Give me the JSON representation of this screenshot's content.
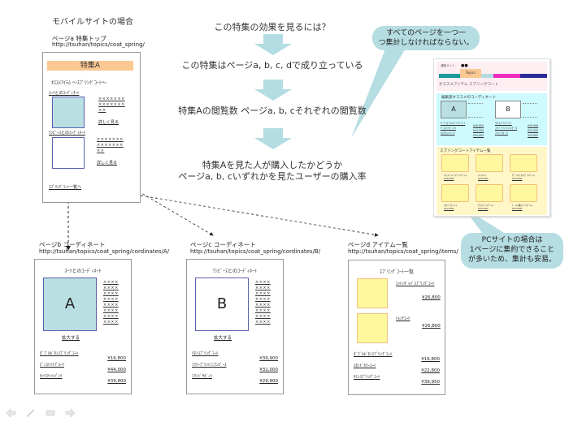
{
  "mobile": {
    "title": "モバイルサイトの場合",
    "page_a": {
      "label": "ページa  特集トップ",
      "url": "http://tsuhan/topics/coat_spring/",
      "banner": "特集A",
      "subtitle": "ｵｽｽﾒｱｲﾃﾑ ～ｽﾌﾟﾘﾝｸﾞｺｰﾄ～",
      "sections": [
        {
          "heading": "ｽｰﾂとのｺｰﾃﾞｨﾈｰﾄ",
          "xx": [
            "×××××××",
            "×××××××",
            "××"
          ],
          "detail": "詳しく見る"
        },
        {
          "heading": "ﾜﾝﾋﾟｰｽとのｺｰﾃﾞｨﾈｰﾄ",
          "xx": [
            "×××××××",
            "×××××××",
            "××"
          ],
          "detail": "詳しく見る"
        }
      ],
      "list_link": "ｽﾌﾟﾘﾝｸﾞｺｰﾄ一覧へ"
    }
  },
  "flow": {
    "steps": [
      "この特集の効果を見るには？",
      "この特集はページa, b, c, dで成り立っている",
      "特集Aの閲覧数  ページa, b, cそれぞれの閲覧数",
      "特集Aを見た人が購入したかどうか",
      "ページa, b, cいずれかを見たユーザーの購入率"
    ],
    "arrow_color": "#b3dde3"
  },
  "callouts": {
    "top": [
      "すべてのページを一つ一",
      "つ集計しなければならない。"
    ],
    "bottom": [
      "PCサイトの場合は",
      "1ページに集約できること",
      "が多いため、集計も安易。"
    ],
    "color": "#b5dde2"
  },
  "pc": {
    "header_text": "通販サイト",
    "tab": "Topics",
    "nav_colors": [
      "#1a9a9a",
      "#b3dde3",
      "#ee2cc0",
      "#2c2c99"
    ],
    "subtitle": "オススメアイテム  スプリングコート",
    "coord_title": "編集部オススメのコーディネート",
    "box_a": "A",
    "box_b": "B",
    "coord_items_left": [
      "ﾀﾞﾌﾞﾙﾎﾞﾀﾝｽﾌﾟﾘﾝｸﾞｺｰﾄ",
      "ﾋﾟﾝｽﾄﾗｲﾌﾟｽｰﾂ",
      "ﾀｯｸｽﾘｯﾄﾊﾟﾝﾂ"
    ],
    "coord_prices_left": [
      "¥16,800",
      "¥44,000",
      "¥39,800"
    ],
    "coord_items_right": [
      "ﾘﾈﾝｽﾌﾟﾘﾝｸﾞｺｰﾄ",
      "ﾌﾗﾜｰﾌﾟﾘﾝﾄﾐﾆﾜﾝﾋﾟｰｽ",
      "ﾌﾘﾝｼﾞｻﾎﾞｰﾂ"
    ],
    "coord_prices_right": [
      "¥39,900",
      "¥31,000",
      "¥29,800"
    ],
    "list_title": "スプリングコートアイテム一覧",
    "list_items": [
      {
        "name": "ｺｯﾄﾝｷﾞｬﾊﾞｽﾌﾟﾘﾝｸﾞｺｰﾄ",
        "price": "¥26,800"
      },
      {
        "name": "ﾄﾚﾝﾁｺｰﾄ",
        "price": "¥26,800"
      },
      {
        "name": "ﾀﾞﾌﾞﾙﾎﾞﾀﾝｽﾌﾟﾘﾝｸﾞｺｰﾄ",
        "price": "¥16,800"
      },
      {
        "name": "ｽﾀﾝﾄﾞｶﾗｰｺｰﾄ",
        "price": "¥22,800"
      },
      {
        "name": "ｻﾃﾝｽﾌﾟﾘﾝｸﾞｺｰﾄ",
        "price": "¥39,950"
      },
      {
        "name": "ﾋﾟｰｽﾄ襟ｽﾌﾟﾘﾝｸﾞｺｰﾄ",
        "price": "¥26,800"
      }
    ]
  },
  "page_b": {
    "label": "ページb  コーディネート",
    "url": "http://tsuhan/topics/coat_spring/cordinates/A/",
    "title": "ｽｰﾂとのｺｰﾃﾞｨﾈｰﾄ",
    "box": "A",
    "xx_rows": [
      "××××",
      "××××",
      "××××",
      "××××",
      "××××",
      "××××",
      "××××",
      "××××"
    ],
    "zoom": "拡大する",
    "items": [
      {
        "name": "ﾀﾞﾌﾞﾙﾎﾞﾀﾝｽﾌﾟﾘﾝｸﾞｺｰﾄ",
        "price": "¥16,800"
      },
      {
        "name": "ﾋﾟﾝｽﾄﾗｲﾌﾟｽｰﾂ",
        "price": "¥44,000"
      },
      {
        "name": "ﾀｯｸｽﾘｯﾄﾊﾟﾝﾂ",
        "price": "¥39,800"
      }
    ]
  },
  "page_c": {
    "label": "ページc  コーディネート",
    "url": "http://tsuhan/topics/coat_spring/cordinates/B/",
    "title": "ﾜﾝﾋﾟｰｽとのｺｰﾃﾞｨﾈｰﾄ",
    "box": "B",
    "xx_rows": [
      "××××",
      "××××",
      "××××",
      "××××",
      "××××",
      "××××",
      "××××",
      "××××"
    ],
    "zoom": "拡大する",
    "items": [
      {
        "name": "ﾘﾈﾝｽﾌﾟﾘﾝｸﾞｺｰﾄ",
        "price": "¥39,900"
      },
      {
        "name": "ﾌﾗﾜｰﾌﾟﾘﾝﾄﾐﾆﾜﾝﾋﾟｰｽ",
        "price": "¥31,000"
      },
      {
        "name": "ﾌﾘﾝｼﾞｻﾎﾞｰﾂ",
        "price": "¥29,800"
      }
    ]
  },
  "page_d": {
    "label": "ページd  アイテム一覧",
    "url": "http://tsuhan/topics/coat_spring/items/",
    "title": "ｽﾌﾟﾘﾝｸﾞｺｰﾄ一覧",
    "featured": [
      {
        "name": "ｺｯﾄﾝｷﾞｬﾊﾞｽﾌﾟﾘﾝｸﾞｺｰﾄ",
        "price": "¥26,800"
      },
      {
        "name": "ﾄﾚﾝﾁｺｰﾄ",
        "price": "¥26,800"
      }
    ],
    "items": [
      {
        "name": "ﾀﾞﾌﾞﾙﾎﾞﾀﾝｽﾌﾟﾘﾝｸﾞｺｰﾄ",
        "price": "¥16,800"
      },
      {
        "name": "ｽﾀﾝﾄﾞｶﾗｰｺｰﾄ",
        "price": "¥22,800"
      },
      {
        "name": "ｻﾃﾝｽﾌﾟﾘﾝｸﾞｺｰﾄ",
        "price": "¥39,950"
      }
    ]
  },
  "toolbar": {
    "icons": [
      "prev-arrow",
      "pen",
      "slide-menu",
      "next-arrow"
    ]
  }
}
